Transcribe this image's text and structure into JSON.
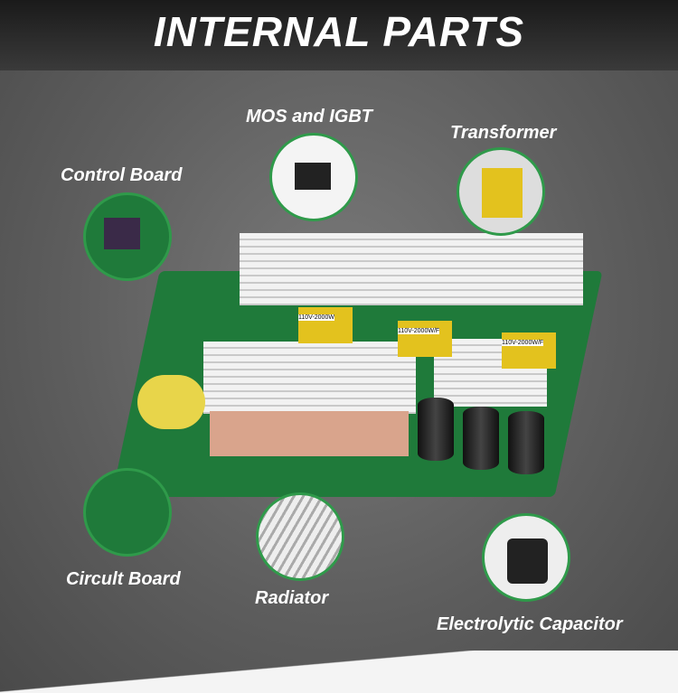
{
  "title": "INTERNAL PARTS",
  "labels": {
    "mos": "MOS and IGBT",
    "transformer": "Transformer",
    "control_board": "Control Board",
    "circuit_board": "Circult Board",
    "radiator": "Radiator",
    "capacitor": "Electrolytic Capacitor"
  },
  "board_markings": [
    "110V-2000W",
    "110V-2000W/F",
    "110V-2000W/F"
  ],
  "colors": {
    "accent": "#2f9a4a",
    "pcb": "#1f7a3a"
  }
}
